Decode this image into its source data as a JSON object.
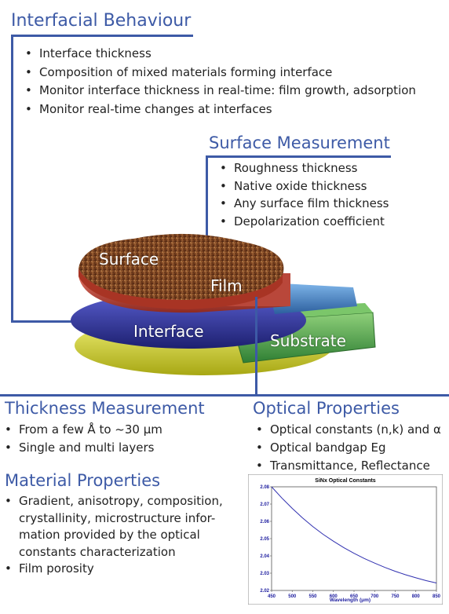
{
  "interfacial": {
    "heading": "Interfacial Behaviour",
    "items": [
      "Interface thickness",
      "Composition of mixed materials forming interface",
      "Monitor interface thickness in real-time: film growth, adsorption",
      "Monitor real-time changes at interfaces"
    ]
  },
  "surface_measurement": {
    "heading": "Surface Measurement",
    "items": [
      "Roughness thickness",
      "Native oxide thickness",
      "Any surface film thickness",
      "Depolarization coefficient"
    ]
  },
  "layers": {
    "surface": "Surface",
    "film": "Film",
    "interface": "Interface",
    "substrate": "Substrate"
  },
  "thickness": {
    "heading": "Thickness Measurement",
    "items": [
      "From a few Å to ~30 μm",
      "Single and multi layers"
    ]
  },
  "optical": {
    "heading": "Optical Properties",
    "items": [
      "Optical constants (n,k) and α",
      "Optical bandgap Eg",
      "Transmittance, Reflectance"
    ]
  },
  "material": {
    "heading": "Material Properties",
    "items": [
      [
        "Gradient, anisotropy, composition,",
        "crystallinity, microstructure infor-",
        "mation provided by the optical",
        "constants characterization"
      ],
      [
        "Film porosity"
      ]
    ]
  },
  "colors": {
    "accent": "#3d5aa6",
    "surface_layer": "#8b3a1e",
    "film_layer": "#c24a3c",
    "interface_layer": "#2b2f8f",
    "substrate_layer": "#3f9a44",
    "bottom_layer": "#d8d840",
    "curve": "#3030b0"
  },
  "chart_data": {
    "type": "line",
    "title": "SiNx Optical Constants",
    "xlabel": "Wavelength (μm)",
    "ylabel": "",
    "x_ticks": [
      "450",
      "500",
      "550",
      "600",
      "650",
      "700",
      "750",
      "800",
      "850"
    ],
    "y_ticks": [
      "2.02",
      "2.03",
      "2.04",
      "2.05",
      "2.06",
      "2.07",
      "2.08"
    ],
    "xlim": [
      450,
      850
    ],
    "ylim": [
      2.02,
      2.08
    ],
    "grid": false,
    "series": [
      {
        "x": [
          450,
          475,
          500,
          525,
          550,
          575,
          600,
          625,
          650,
          675,
          700,
          725,
          750,
          775,
          800,
          825,
          850
        ],
        "y": [
          2.08,
          2.0735,
          2.0675,
          2.062,
          2.057,
          2.0525,
          2.0485,
          2.0448,
          2.0415,
          2.0385,
          2.0358,
          2.0333,
          2.0311,
          2.0291,
          2.0273,
          2.0257,
          2.0243
        ]
      }
    ]
  }
}
